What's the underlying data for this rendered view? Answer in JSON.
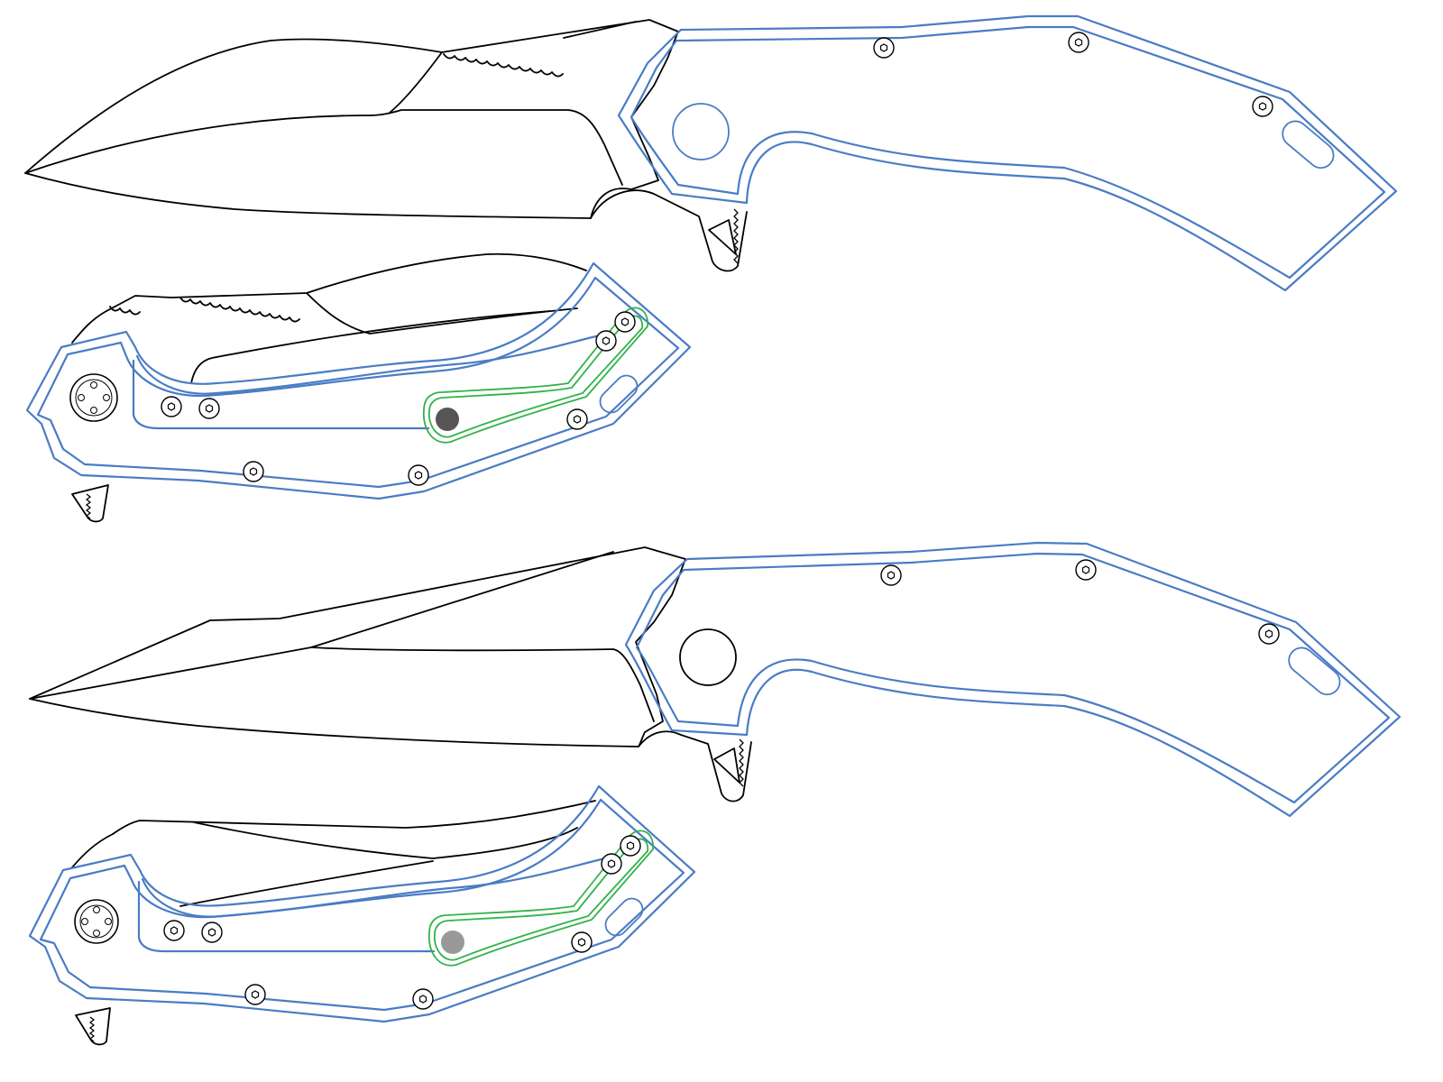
{
  "colors": {
    "background": "#ffffff",
    "blade_outline": "#000000",
    "handle_outline": "#4a7cc4",
    "inlay_outline": "#32b34a",
    "pivot_fill_dark": "#555555",
    "pivot_fill_light": "#999999"
  },
  "figures": [
    {
      "name": "wharncliffe-blade-open",
      "blade": "wharncliffe",
      "state": "open",
      "serrated_spine": true
    },
    {
      "name": "wharncliffe-blade-closed",
      "blade": "wharncliffe",
      "state": "closed",
      "serrated_spine": true
    },
    {
      "name": "drop-point-blade-open",
      "blade": "drop-point",
      "state": "open",
      "serrated_spine": false
    },
    {
      "name": "drop-point-blade-closed",
      "blade": "drop-point",
      "state": "closed",
      "serrated_spine": false
    }
  ],
  "icons": [
    "torx-screw-icon",
    "pivot-icon",
    "thumb-hole-icon",
    "lanyard-slot-icon",
    "flipper-tab-icon"
  ]
}
